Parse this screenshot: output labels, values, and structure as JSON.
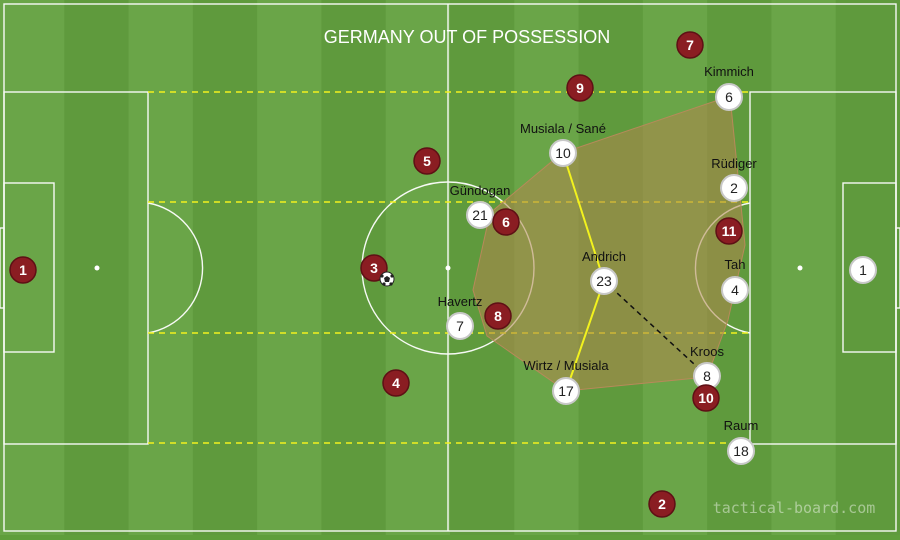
{
  "title": "GERMANY OUT OF POSSESSION",
  "watermark": "tactical-board.com",
  "colors": {
    "pitch_light": "#6aa548",
    "pitch_dark": "#5f9a3d",
    "white_team": "#ffffff",
    "red_team": "#8a1d22",
    "shape_fill": "#b0864c",
    "pass_line": "#f2f21e",
    "zone_line": "#f2f21e"
  },
  "white_players": [
    {
      "id": "w1",
      "number": "1",
      "name": ""
    },
    {
      "id": "w6",
      "number": "6",
      "name": "Kimmich"
    },
    {
      "id": "w10",
      "number": "10",
      "name": "Musiala / Sané"
    },
    {
      "id": "w2",
      "number": "2",
      "name": "Rüdiger"
    },
    {
      "id": "w21",
      "number": "21",
      "name": "Gündogan"
    },
    {
      "id": "w23",
      "number": "23",
      "name": "Andrich"
    },
    {
      "id": "w4",
      "number": "4",
      "name": "Tah"
    },
    {
      "id": "w7",
      "number": "7",
      "name": "Havertz"
    },
    {
      "id": "w8",
      "number": "8",
      "name": "Kroos"
    },
    {
      "id": "w17",
      "number": "17",
      "name": "Wirtz / Musiala"
    },
    {
      "id": "w18",
      "number": "18",
      "name": "Raum"
    }
  ],
  "red_players": [
    {
      "id": "r1",
      "number": "1"
    },
    {
      "id": "r2",
      "number": "2"
    },
    {
      "id": "r3",
      "number": "3"
    },
    {
      "id": "r4",
      "number": "4"
    },
    {
      "id": "r5",
      "number": "5"
    },
    {
      "id": "r6",
      "number": "6"
    },
    {
      "id": "r7",
      "number": "7"
    },
    {
      "id": "r8",
      "number": "8"
    },
    {
      "id": "r9",
      "number": "9"
    },
    {
      "id": "r10",
      "number": "10"
    },
    {
      "id": "r11",
      "number": "11"
    }
  ]
}
